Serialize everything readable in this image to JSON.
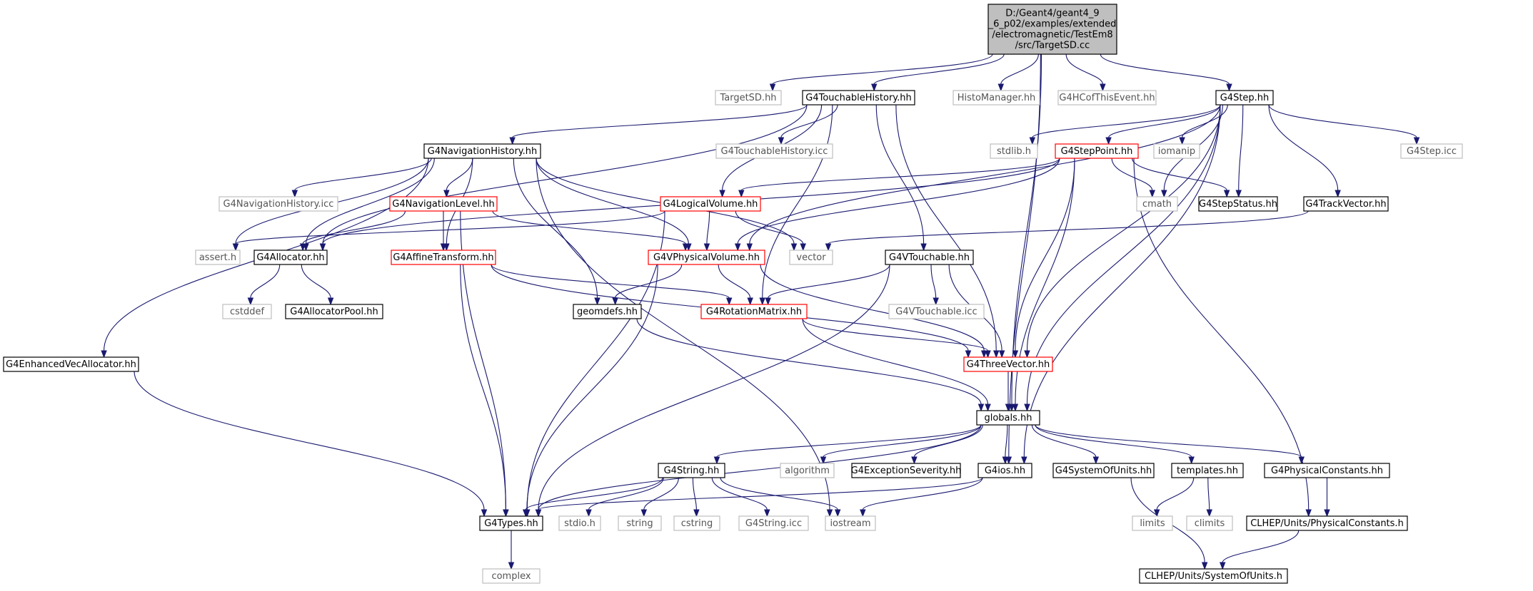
{
  "root": {
    "id": "root",
    "lines": [
      "D:/Geant4/geant4_9",
      "_6_p02/examples/extended",
      "/electromagnetic/TestEm8",
      "/src/TargetSD.cc"
    ],
    "style": "root"
  },
  "nodes": [
    {
      "id": "TargetSD",
      "label": "TargetSD.hh",
      "style": "grey"
    },
    {
      "id": "G4TouchableHistory",
      "label": "G4TouchableHistory.hh",
      "style": "black"
    },
    {
      "id": "HistoManager",
      "label": "HistoManager.hh",
      "style": "grey"
    },
    {
      "id": "G4HCofThisEvent",
      "label": "G4HCofThisEvent.hh",
      "style": "grey"
    },
    {
      "id": "G4Step",
      "label": "G4Step.hh",
      "style": "black"
    },
    {
      "id": "G4NavigationHistory",
      "label": "G4NavigationHistory.hh",
      "style": "black"
    },
    {
      "id": "G4TouchableHistoryIcc",
      "label": "G4TouchableHistory.icc",
      "style": "grey"
    },
    {
      "id": "stdlib",
      "label": "stdlib.h",
      "style": "grey"
    },
    {
      "id": "G4StepPoint",
      "label": "G4StepPoint.hh",
      "style": "red"
    },
    {
      "id": "iomanip",
      "label": "iomanip",
      "style": "grey"
    },
    {
      "id": "G4StepIcc",
      "label": "G4Step.icc",
      "style": "grey"
    },
    {
      "id": "G4NavigationHistoryIcc",
      "label": "G4NavigationHistory.icc",
      "style": "grey"
    },
    {
      "id": "G4NavigationLevel",
      "label": "G4NavigationLevel.hh",
      "style": "red"
    },
    {
      "id": "G4LogicalVolume",
      "label": "G4LogicalVolume.hh",
      "style": "red"
    },
    {
      "id": "cmath",
      "label": "cmath",
      "style": "grey"
    },
    {
      "id": "G4StepStatus",
      "label": "G4StepStatus.hh",
      "style": "black"
    },
    {
      "id": "G4TrackVector",
      "label": "G4TrackVector.hh",
      "style": "black"
    },
    {
      "id": "assert",
      "label": "assert.h",
      "style": "grey"
    },
    {
      "id": "G4Allocator",
      "label": "G4Allocator.hh",
      "style": "black"
    },
    {
      "id": "G4AffineTransform",
      "label": "G4AffineTransform.hh",
      "style": "red"
    },
    {
      "id": "G4VPhysicalVolume",
      "label": "G4VPhysicalVolume.hh",
      "style": "red"
    },
    {
      "id": "vector",
      "label": "vector",
      "style": "grey"
    },
    {
      "id": "G4VTouchable",
      "label": "G4VTouchable.hh",
      "style": "black"
    },
    {
      "id": "cstddef",
      "label": "cstddef",
      "style": "grey"
    },
    {
      "id": "G4AllocatorPool",
      "label": "G4AllocatorPool.hh",
      "style": "black"
    },
    {
      "id": "geomdefs",
      "label": "geomdefs.hh",
      "style": "black"
    },
    {
      "id": "G4RotationMatrix",
      "label": "G4RotationMatrix.hh",
      "style": "red"
    },
    {
      "id": "G4VTouchableIcc",
      "label": "G4VTouchable.icc",
      "style": "grey"
    },
    {
      "id": "G4EnhancedVecAllocator",
      "label": "G4EnhancedVecAllocator.hh",
      "style": "black"
    },
    {
      "id": "G4ThreeVector",
      "label": "G4ThreeVector.hh",
      "style": "red"
    },
    {
      "id": "globals",
      "label": "globals.hh",
      "style": "black"
    },
    {
      "id": "G4String",
      "label": "G4String.hh",
      "style": "black"
    },
    {
      "id": "algorithm",
      "label": "algorithm",
      "style": "grey"
    },
    {
      "id": "G4ExceptionSeverity",
      "label": "G4ExceptionSeverity.hh",
      "style": "black"
    },
    {
      "id": "G4ios",
      "label": "G4ios.hh",
      "style": "black"
    },
    {
      "id": "G4SystemOfUnits",
      "label": "G4SystemOfUnits.hh",
      "style": "black"
    },
    {
      "id": "templates",
      "label": "templates.hh",
      "style": "black"
    },
    {
      "id": "G4PhysicalConstants",
      "label": "G4PhysicalConstants.hh",
      "style": "black"
    },
    {
      "id": "G4Types",
      "label": "G4Types.hh",
      "style": "black"
    },
    {
      "id": "stdio",
      "label": "stdio.h",
      "style": "grey"
    },
    {
      "id": "string",
      "label": "string",
      "style": "grey"
    },
    {
      "id": "cstring",
      "label": "cstring",
      "style": "grey"
    },
    {
      "id": "G4StringIcc",
      "label": "G4String.icc",
      "style": "grey"
    },
    {
      "id": "iostream",
      "label": "iostream",
      "style": "grey"
    },
    {
      "id": "limits",
      "label": "limits",
      "style": "grey"
    },
    {
      "id": "climits",
      "label": "climits",
      "style": "grey"
    },
    {
      "id": "CLHEPPhysicalConstants",
      "label": "CLHEP/Units/PhysicalConstants.h",
      "style": "black"
    },
    {
      "id": "complex",
      "label": "complex",
      "style": "grey"
    },
    {
      "id": "CLHEPSystemOfUnits",
      "label": "CLHEP/Units/SystemOfUnits.h",
      "style": "black"
    }
  ],
  "edges": [
    [
      "root",
      "TargetSD"
    ],
    [
      "root",
      "G4TouchableHistory"
    ],
    [
      "root",
      "HistoManager"
    ],
    [
      "root",
      "G4HCofThisEvent"
    ],
    [
      "root",
      "G4Step"
    ],
    [
      "root",
      "globals"
    ],
    [
      "root",
      "G4ios"
    ],
    [
      "G4TouchableHistory",
      "G4NavigationHistory"
    ],
    [
      "G4TouchableHistory",
      "G4TouchableHistoryIcc"
    ],
    [
      "G4TouchableHistory",
      "G4LogicalVolume"
    ],
    [
      "G4TouchableHistory",
      "G4Allocator"
    ],
    [
      "G4TouchableHistory",
      "G4VTouchable"
    ],
    [
      "G4TouchableHistory",
      "G4RotationMatrix"
    ],
    [
      "G4TouchableHistory",
      "G4ThreeVector"
    ],
    [
      "G4Step",
      "stdlib"
    ],
    [
      "G4Step",
      "G4StepPoint"
    ],
    [
      "G4Step",
      "iomanip"
    ],
    [
      "G4Step",
      "G4StepIcc"
    ],
    [
      "G4Step",
      "cmath"
    ],
    [
      "G4Step",
      "G4StepStatus"
    ],
    [
      "G4Step",
      "G4TrackVector"
    ],
    [
      "G4Step",
      "G4VPhysicalVolume"
    ],
    [
      "G4Step",
      "G4ThreeVector"
    ],
    [
      "G4Step",
      "globals"
    ],
    [
      "G4Step",
      "G4ios"
    ],
    [
      "G4NavigationHistory",
      "G4NavigationHistoryIcc"
    ],
    [
      "G4NavigationHistory",
      "G4NavigationLevel"
    ],
    [
      "G4NavigationHistory",
      "assert"
    ],
    [
      "G4NavigationHistory",
      "G4Allocator"
    ],
    [
      "G4NavigationHistory",
      "G4AffineTransform"
    ],
    [
      "G4NavigationHistory",
      "G4VPhysicalVolume"
    ],
    [
      "G4NavigationHistory",
      "vector"
    ],
    [
      "G4NavigationHistory",
      "geomdefs"
    ],
    [
      "G4NavigationHistory",
      "G4EnhancedVecAllocator"
    ],
    [
      "G4NavigationHistory",
      "iostream"
    ],
    [
      "G4StepPoint",
      "cmath"
    ],
    [
      "G4StepPoint",
      "G4StepStatus"
    ],
    [
      "G4StepPoint",
      "G4LogicalVolume"
    ],
    [
      "G4StepPoint",
      "G4VPhysicalVolume"
    ],
    [
      "G4StepPoint",
      "G4Allocator"
    ],
    [
      "G4StepPoint",
      "G4ThreeVector"
    ],
    [
      "G4StepPoint",
      "globals"
    ],
    [
      "G4StepPoint",
      "CLHEPPhysicalConstants"
    ],
    [
      "G4NavigationLevel",
      "G4Allocator"
    ],
    [
      "G4NavigationLevel",
      "G4AffineTransform"
    ],
    [
      "G4NavigationLevel",
      "G4VPhysicalVolume"
    ],
    [
      "G4NavigationLevel",
      "G4Types"
    ],
    [
      "G4LogicalVolume",
      "vector"
    ],
    [
      "G4LogicalVolume",
      "assert"
    ],
    [
      "G4LogicalVolume",
      "G4VPhysicalVolume"
    ],
    [
      "G4LogicalVolume",
      "G4Types"
    ],
    [
      "G4TrackVector",
      "vector"
    ],
    [
      "G4Allocator",
      "cstddef"
    ],
    [
      "G4Allocator",
      "G4AllocatorPool"
    ],
    [
      "G4AffineTransform",
      "G4RotationMatrix"
    ],
    [
      "G4AffineTransform",
      "G4ThreeVector"
    ],
    [
      "G4AffineTransform",
      "G4Types"
    ],
    [
      "G4VPhysicalVolume",
      "geomdefs"
    ],
    [
      "G4VPhysicalVolume",
      "G4RotationMatrix"
    ],
    [
      "G4VPhysicalVolume",
      "G4ThreeVector"
    ],
    [
      "G4VPhysicalVolume",
      "G4Types"
    ],
    [
      "G4VTouchable",
      "G4VTouchableIcc"
    ],
    [
      "G4VTouchable",
      "G4RotationMatrix"
    ],
    [
      "G4VTouchable",
      "G4ThreeVector"
    ],
    [
      "G4VTouchable",
      "G4Types"
    ],
    [
      "geomdefs",
      "globals"
    ],
    [
      "G4RotationMatrix",
      "G4ThreeVector"
    ],
    [
      "G4RotationMatrix",
      "globals"
    ],
    [
      "G4EnhancedVecAllocator",
      "G4Types"
    ],
    [
      "G4ThreeVector",
      "globals"
    ],
    [
      "globals",
      "G4Types"
    ],
    [
      "globals",
      "G4String"
    ],
    [
      "globals",
      "algorithm"
    ],
    [
      "globals",
      "G4ExceptionSeverity"
    ],
    [
      "globals",
      "G4ios"
    ],
    [
      "globals",
      "G4SystemOfUnits"
    ],
    [
      "globals",
      "templates"
    ],
    [
      "globals",
      "G4PhysicalConstants"
    ],
    [
      "G4String",
      "G4Types"
    ],
    [
      "G4String",
      "stdio"
    ],
    [
      "G4String",
      "string"
    ],
    [
      "G4String",
      "cstring"
    ],
    [
      "G4String",
      "G4StringIcc"
    ],
    [
      "G4String",
      "iostream"
    ],
    [
      "G4ios",
      "G4Types"
    ],
    [
      "G4ios",
      "iostream"
    ],
    [
      "G4SystemOfUnits",
      "CLHEPSystemOfUnits"
    ],
    [
      "templates",
      "limits"
    ],
    [
      "templates",
      "climits"
    ],
    [
      "G4PhysicalConstants",
      "CLHEPPhysicalConstants"
    ],
    [
      "G4Types",
      "complex"
    ],
    [
      "CLHEPPhysicalConstants",
      "CLHEPSystemOfUnits"
    ]
  ]
}
